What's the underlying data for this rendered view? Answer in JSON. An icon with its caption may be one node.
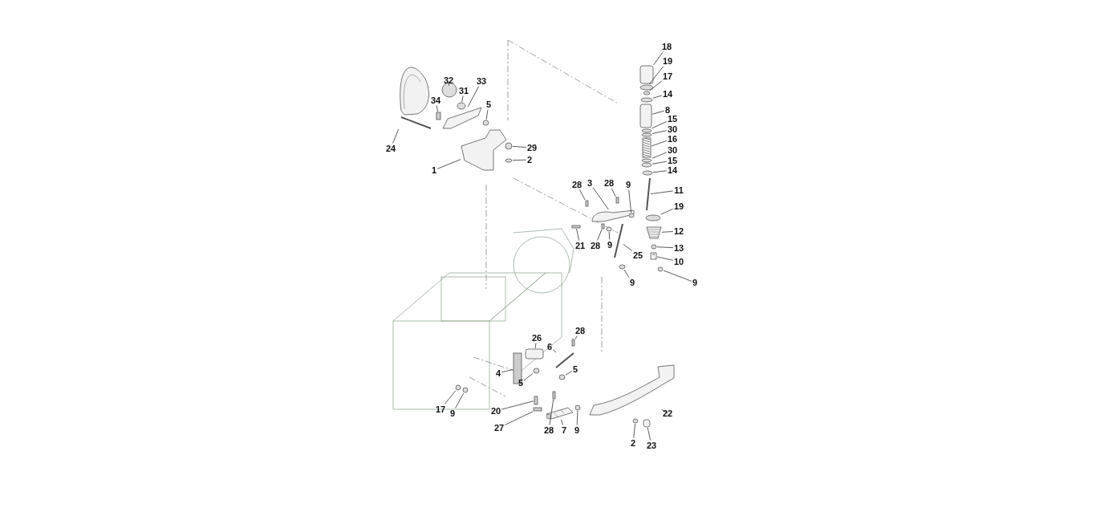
{
  "diagram": {
    "nodes": [
      {
        "text": [
          "18"
        ]
      },
      {
        "text": [
          "19"
        ]
      },
      {
        "text": [
          "17"
        ]
      },
      {
        "text": [
          "14"
        ]
      },
      {
        "text": [
          "8"
        ]
      },
      {
        "text": [
          "15"
        ]
      },
      {
        "text": [
          "30"
        ]
      },
      {
        "text": [
          "16"
        ]
      },
      {
        "text": [
          "30"
        ]
      },
      {
        "text": [
          "15"
        ]
      },
      {
        "text": [
          "14"
        ]
      },
      {
        "text": [
          "11"
        ]
      },
      {
        "text": [
          "19"
        ]
      },
      {
        "text": [
          "12"
        ]
      },
      {
        "text": [
          "13"
        ]
      },
      {
        "text": [
          "10"
        ]
      },
      {
        "text": [
          "9"
        ]
      },
      {
        "text": [
          "32"
        ]
      },
      {
        "text": [
          "31"
        ]
      },
      {
        "text": [
          "33"
        ]
      },
      {
        "text": [
          "34"
        ]
      },
      {
        "text": [
          "5"
        ]
      },
      {
        "text": [
          "24"
        ]
      },
      {
        "text": [
          "29"
        ]
      },
      {
        "text": [
          "2"
        ]
      },
      {
        "text": [
          "1"
        ]
      },
      {
        "text": [
          "28"
        ]
      },
      {
        "text": [
          "3"
        ]
      },
      {
        "text": [
          "28"
        ]
      },
      {
        "text": [
          "9"
        ]
      },
      {
        "text": [
          "21"
        ]
      },
      {
        "text": [
          "28"
        ]
      },
      {
        "text": [
          "9"
        ]
      },
      {
        "text": [
          "25"
        ]
      },
      {
        "text": [
          "9"
        ]
      },
      {
        "text": [
          "28"
        ]
      },
      {
        "text": [
          "6"
        ]
      },
      {
        "text": [
          "26"
        ]
      },
      {
        "text": [
          "4"
        ]
      },
      {
        "text": [
          "5"
        ]
      },
      {
        "text": [
          "5"
        ]
      },
      {
        "text": [
          "17"
        ]
      },
      {
        "text": [
          "9"
        ]
      },
      {
        "text": [
          "20"
        ]
      },
      {
        "text": [
          "27"
        ]
      },
      {
        "text": [
          "28"
        ]
      },
      {
        "text": [
          "7"
        ]
      },
      {
        "text": [
          "9"
        ]
      },
      {
        "text": [
          "22"
        ]
      },
      {
        "text": [
          "2"
        ]
      },
      {
        "text": [
          "23"
        ]
      },
      {
        "text": [],
        "shape": "box"
      },
      {
        "text": [],
        "shape": "circle"
      },
      {
        "text": [],
        "shape": "circle"
      },
      {
        "text": [],
        "shape": "circle"
      },
      {
        "text": [],
        "shape": "box"
      },
      {
        "text": [],
        "shape": "circle"
      },
      {
        "text": [],
        "shape": "circle"
      },
      {
        "text": [],
        "shape": "box"
      },
      {
        "text": [],
        "shape": "circle"
      },
      {
        "text": [],
        "shape": "circle"
      },
      {
        "text": [],
        "shape": "circle"
      },
      {
        "text": [],
        "shape": "bar"
      },
      {
        "text": [],
        "shape": "circle"
      },
      {
        "text": [],
        "shape": "picture"
      },
      {
        "text": [],
        "shape": "circle"
      },
      {
        "text": [],
        "shape": "box"
      },
      {
        "text": [],
        "shape": "circle"
      },
      {
        "text": [],
        "shape": "circle"
      },
      {
        "text": [],
        "shape": "circle"
      },
      {
        "text": [],
        "shape": "picture"
      },
      {
        "text": [],
        "shape": "box"
      },
      {
        "text": [],
        "shape": "circle"
      },
      {
        "text": [],
        "shape": "picture"
      },
      {
        "text": [],
        "shape": "circle"
      },
      {
        "text": [],
        "shape": "circle"
      },
      {
        "text": [],
        "shape": "picture"
      },
      {
        "text": [],
        "shape": "box"
      },
      {
        "text": [],
        "shape": "picture"
      },
      {
        "text": [],
        "shape": "box"
      },
      {
        "text": [],
        "shape": "circle"
      },
      {
        "text": [],
        "shape": "box"
      },
      {
        "text": [],
        "shape": "box"
      },
      {
        "text": [],
        "shape": "circle"
      },
      {
        "text": [],
        "shape": "bar"
      },
      {
        "text": [],
        "shape": "circle"
      },
      {
        "text": [],
        "shape": "box"
      },
      {
        "text": [],
        "shape": "bar"
      },
      {
        "text": [],
        "shape": "box"
      },
      {
        "text": [],
        "shape": "box"
      },
      {
        "text": [],
        "shape": "circle"
      },
      {
        "text": [],
        "shape": "circle"
      },
      {
        "text": [],
        "shape": "circle"
      },
      {
        "text": [],
        "shape": "circle"
      },
      {
        "text": [],
        "shape": "box"
      },
      {
        "text": [],
        "shape": "box"
      },
      {
        "text": [],
        "shape": "box"
      },
      {
        "text": [],
        "shape": "picture"
      },
      {
        "text": [],
        "shape": "circle"
      },
      {
        "text": [],
        "shape": "picture"
      },
      {
        "text": [],
        "shape": "circle"
      },
      {
        "text": [],
        "shape": "box"
      }
    ],
    "edges": [
      {
        "from": 0,
        "to": 51,
        "arrow": "none"
      },
      {
        "from": 1,
        "to": 52,
        "arrow": "none"
      },
      {
        "from": 2,
        "to": 53,
        "arrow": "none"
      },
      {
        "from": 3,
        "to": 54,
        "arrow": "none"
      },
      {
        "from": 4,
        "to": 55,
        "arrow": "none"
      },
      {
        "from": 5,
        "to": 56,
        "arrow": "none"
      },
      {
        "from": 6,
        "to": 57,
        "arrow": "none"
      },
      {
        "from": 7,
        "to": 58,
        "arrow": "none"
      },
      {
        "from": 8,
        "to": 59,
        "arrow": "none"
      },
      {
        "from": 9,
        "to": 60,
        "arrow": "none"
      },
      {
        "from": 10,
        "to": 61,
        "arrow": "none"
      },
      {
        "from": 11,
        "to": 62,
        "arrow": "none"
      },
      {
        "from": 12,
        "to": 63,
        "arrow": "none"
      },
      {
        "from": 13,
        "to": 64,
        "arrow": "none"
      },
      {
        "from": 14,
        "to": 65,
        "arrow": "none"
      },
      {
        "from": 15,
        "to": 66,
        "arrow": "none"
      },
      {
        "from": 16,
        "to": 67,
        "arrow": "none"
      },
      {
        "from": 17,
        "to": 68,
        "arrow": "none"
      },
      {
        "from": 18,
        "to": 69,
        "arrow": "none"
      },
      {
        "from": 19,
        "to": 70,
        "arrow": "none"
      },
      {
        "from": 20,
        "to": 71,
        "arrow": "none"
      },
      {
        "from": 21,
        "to": 72,
        "arrow": "none"
      },
      {
        "from": 22,
        "to": 73,
        "arrow": "none"
      },
      {
        "from": 23,
        "to": 74,
        "arrow": "none"
      },
      {
        "from": 24,
        "to": 75,
        "arrow": "none"
      },
      {
        "from": 25,
        "to": 76,
        "arrow": "none"
      },
      {
        "from": 26,
        "to": 77,
        "arrow": "none"
      },
      {
        "from": 27,
        "to": 78,
        "arrow": "none"
      },
      {
        "from": 28,
        "to": 79,
        "arrow": "none"
      },
      {
        "from": 29,
        "to": 80,
        "arrow": "none"
      },
      {
        "from": 30,
        "to": 81,
        "arrow": "none"
      },
      {
        "from": 31,
        "to": 82,
        "arrow": "none"
      },
      {
        "from": 32,
        "to": 83,
        "arrow": "none"
      },
      {
        "from": 33,
        "to": 84,
        "arrow": "none"
      },
      {
        "from": 34,
        "to": 85,
        "arrow": "none"
      },
      {
        "from": 35,
        "to": 86,
        "arrow": "none"
      },
      {
        "from": 36,
        "to": 87,
        "arrow": "none"
      },
      {
        "from": 37,
        "to": 88,
        "arrow": "none"
      },
      {
        "from": 38,
        "to": 89,
        "arrow": "none"
      },
      {
        "from": 39,
        "to": 90,
        "arrow": "none"
      },
      {
        "from": 40,
        "to": 91,
        "arrow": "none"
      },
      {
        "from": 41,
        "to": 92,
        "arrow": "none"
      },
      {
        "from": 42,
        "to": 93,
        "arrow": "none"
      },
      {
        "from": 43,
        "to": 94,
        "arrow": "none"
      },
      {
        "from": 44,
        "to": 95,
        "arrow": "none"
      },
      {
        "from": 45,
        "to": 96,
        "arrow": "none"
      },
      {
        "from": 46,
        "to": 97,
        "arrow": "none"
      },
      {
        "from": 47,
        "to": 98,
        "arrow": "none"
      },
      {
        "from": 48,
        "to": 99,
        "arrow": "none"
      },
      {
        "from": 49,
        "to": 100,
        "arrow": "none"
      },
      {
        "from": 50,
        "to": 101,
        "arrow": "none"
      }
    ]
  }
}
